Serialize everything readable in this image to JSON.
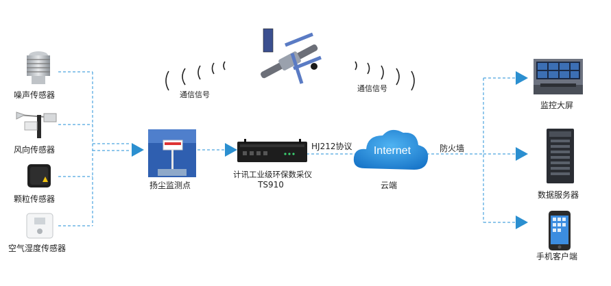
{
  "sensors": [
    {
      "label": "噪声传感器",
      "icon": "noise-sensor-icon"
    },
    {
      "label": "风向传感器",
      "icon": "wind-direction-sensor-icon"
    },
    {
      "label": "颗粒传感器",
      "icon": "particle-sensor-icon"
    },
    {
      "label": "空气湿度传感器",
      "icon": "humidity-sensor-icon"
    }
  ],
  "station": {
    "label": "扬尘监测点",
    "icon": "dust-monitoring-station-icon"
  },
  "collector": {
    "label_line1": "计讯工业级环保数采仪",
    "label_line2": "TS910",
    "icon": "data-collector-device-icon"
  },
  "protocol_label": "HJ212协议",
  "cloud": {
    "text": "Internet",
    "label": "云端",
    "color": "#1e88d6"
  },
  "firewall_label": "防火墙",
  "satellite": {
    "icon": "satellite-icon"
  },
  "signal_left": "通信信号",
  "signal_right": "通信信号",
  "outputs": [
    {
      "label": "监控大屏",
      "icon": "monitoring-screen-icon"
    },
    {
      "label": "数据服务器",
      "icon": "data-server-icon"
    },
    {
      "label": "手机客户端",
      "icon": "mobile-client-icon"
    }
  ],
  "colors": {
    "line": "#4aa3df",
    "arrow": "#2b8fd0"
  }
}
